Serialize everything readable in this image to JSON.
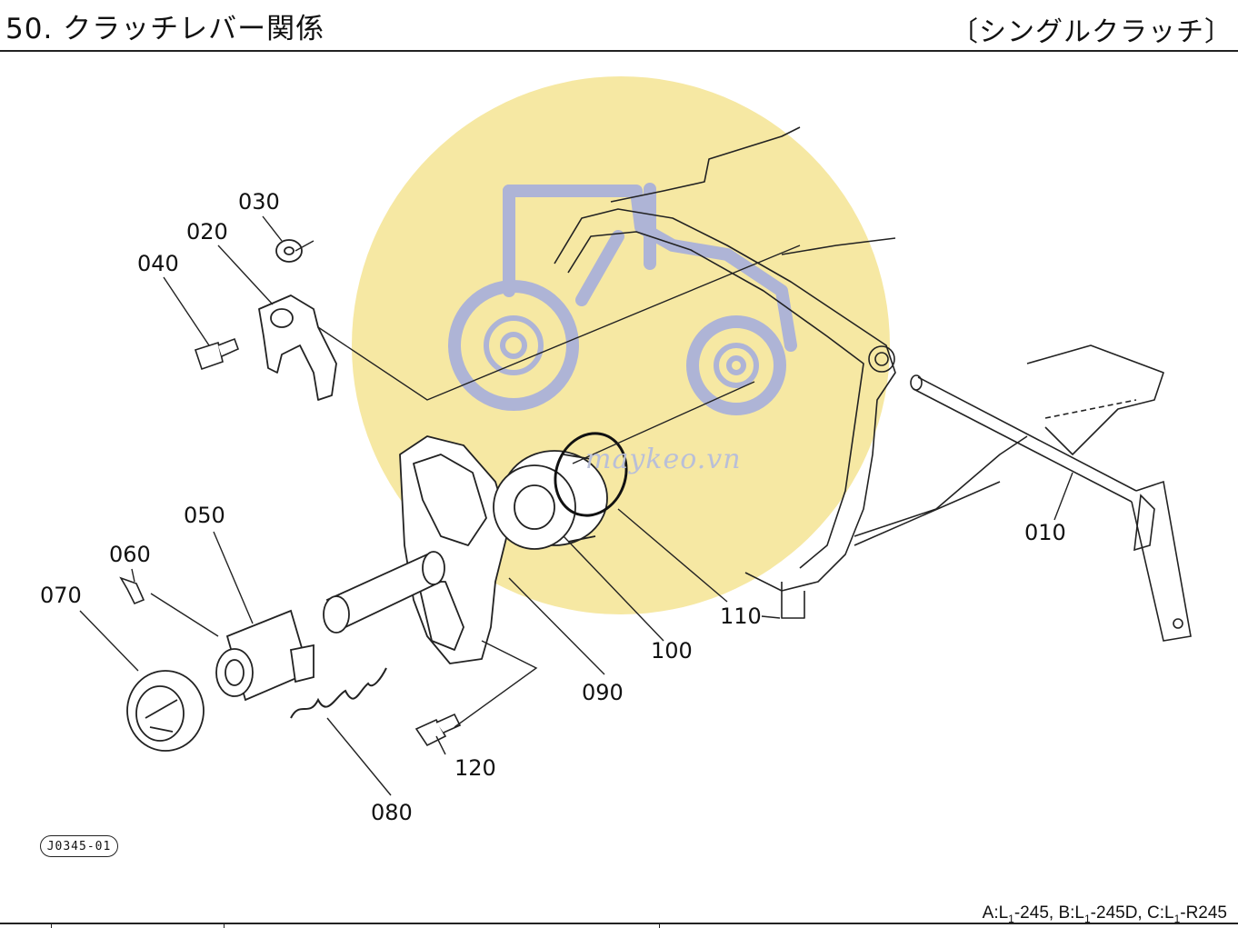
{
  "header": {
    "title": "50. クラッチレバー関係",
    "subtitle": "〔シングルクラッチ〕"
  },
  "diagram": {
    "code": "J0345-01",
    "part_labels": {
      "p010": "010",
      "p020": "020",
      "p030": "030",
      "p040": "040",
      "p050": "050",
      "p060": "060",
      "p070": "070",
      "p080": "080",
      "p090": "090",
      "p100": "100",
      "p110": "110",
      "p120": "120"
    }
  },
  "watermark": {
    "text": "maykeo.vn",
    "color": "#f6e8a3",
    "icon_color": "#aeb4d6"
  },
  "footer": {
    "models": [
      {
        "prefix": "A:L",
        "sub": "1",
        "suffix": "-245, "
      },
      {
        "prefix": "B:L",
        "sub": "1",
        "suffix": "-245D, "
      },
      {
        "prefix": "C:L",
        "sub": "1",
        "suffix": "-R245"
      }
    ]
  }
}
